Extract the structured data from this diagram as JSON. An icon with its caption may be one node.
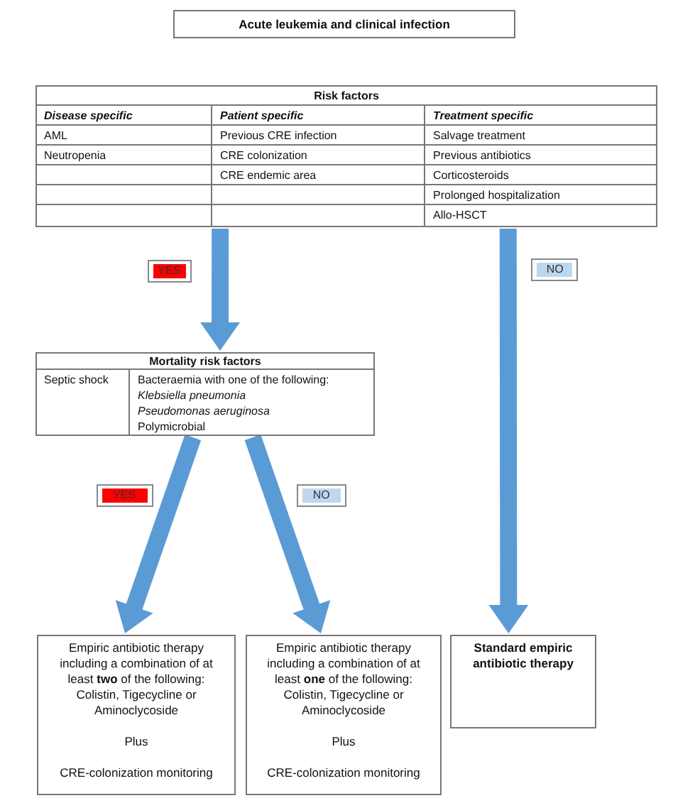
{
  "diagram": {
    "nodes": [
      {
        "text": [
          "Acute leukemia and clinical infection"
        ]
      },
      {
        "text": [
          "Risk factors",
          "Disease specific",
          "Patient specific",
          "Treatment specific",
          "AML",
          "Previous CRE infection",
          "Salvage treatment",
          "Neutropenia",
          "CRE colonization",
          "Previous antibiotics",
          "CRE endemic area",
          "Corticosteroids",
          "Prolonged hospitalization",
          "Allo-HSCT"
        ]
      },
      {
        "text": [
          "Mortality risk factors",
          "Septic shock",
          "Bacteraemia with one of the following:",
          "Klebsiella pneumonia",
          "Pseudomonas aeruginosa",
          "Polymicrobial"
        ]
      },
      {
        "text": [
          "Empiric antibiotic therapy including a combination of at least **two** of the following: Colistin, Tigecycline or Aminoclycoside",
          "Plus",
          "CRE-colonization monitoring"
        ]
      },
      {
        "text": [
          "Empiric antibiotic therapy including a combination of at least **one** of the following: Colistin, Tigecycline or Aminoclycoside",
          "Plus",
          "CRE-colonization monitoring"
        ]
      },
      {
        "text": [
          "Standard empiric antibiotic therapy"
        ]
      }
    ],
    "edges": [
      {
        "from": 1,
        "to": 2,
        "arrow": "to",
        "label": "YES"
      },
      {
        "from": 1,
        "to": 5,
        "arrow": "to",
        "label": "NO"
      },
      {
        "from": 2,
        "to": 3,
        "arrow": "to",
        "label": "YES"
      },
      {
        "from": 2,
        "to": 4,
        "arrow": "to",
        "label": "NO"
      }
    ]
  }
}
